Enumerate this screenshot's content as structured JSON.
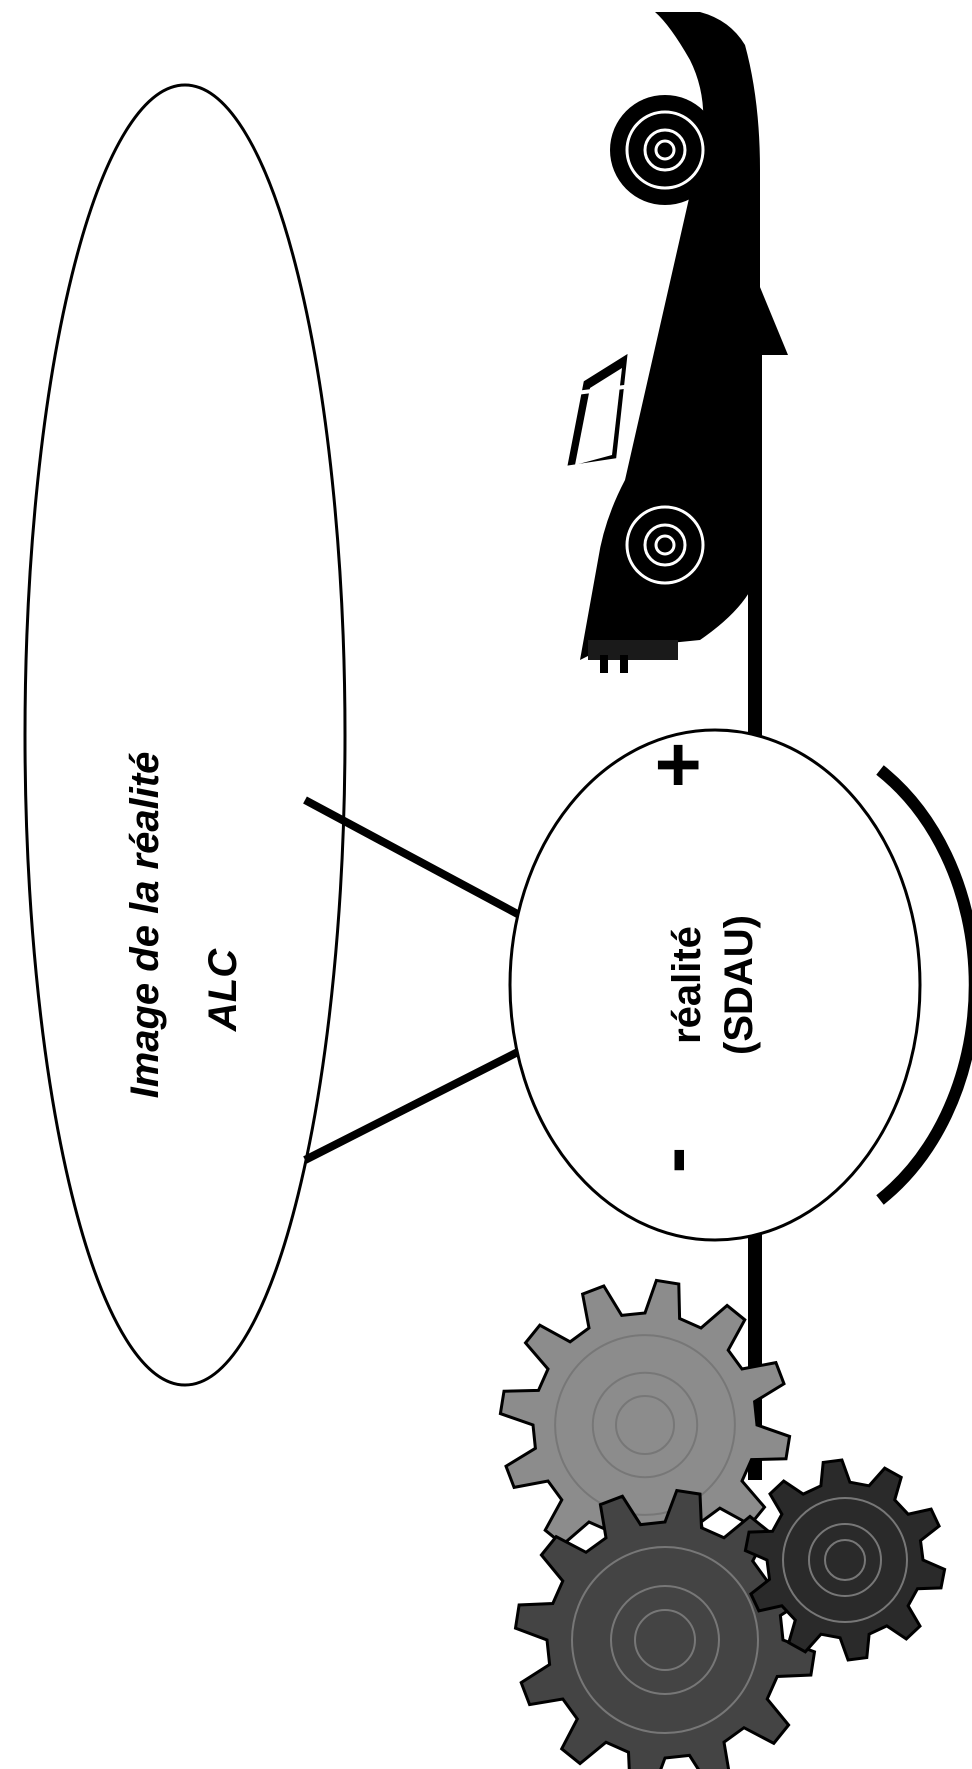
{
  "diagram": {
    "image_label": "Image de la réalité",
    "alc_label": "ALC",
    "reality_label": "réalité",
    "reality_sub_label": "(SDAU)",
    "minus_sign": "-",
    "plus_sign": "+"
  },
  "icons": {
    "car": "car-icon",
    "gears": "gears-icon"
  },
  "colors": {
    "ink": "#000000",
    "paper": "#ffffff",
    "gear_dark": "#2a2a2a",
    "gear_mid": "#444444",
    "gear_light": "#8c8c8c",
    "car_window": "#ffffff"
  }
}
